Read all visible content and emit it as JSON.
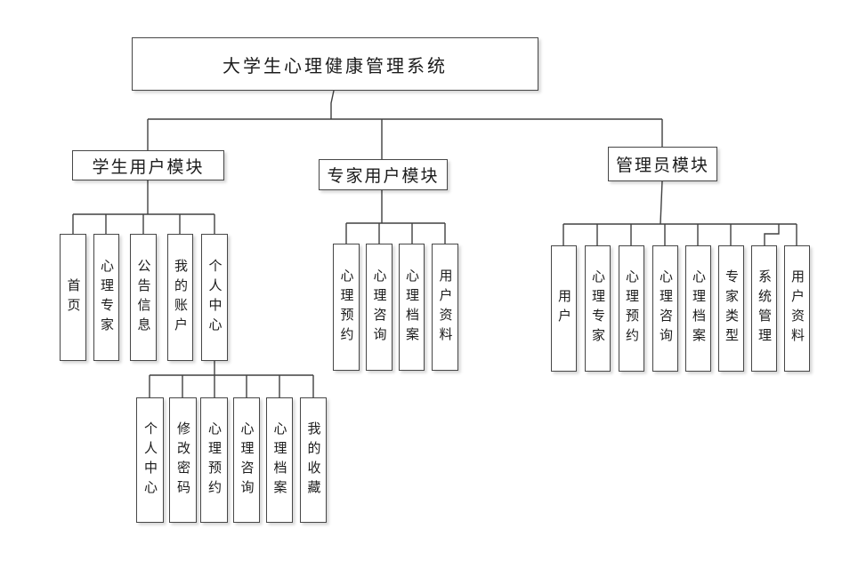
{
  "diagram": {
    "title": "大学生心理健康管理系统",
    "colors": {
      "line": "#404040",
      "box_border": "#474747",
      "box_background": "#ffffff",
      "text": "#1c1c1c"
    },
    "modules": [
      {
        "label": "学生用户模块",
        "children": [
          "首页",
          "心理专家",
          "公告信息",
          "我的账户",
          "个人中心"
        ],
        "personal_center_children": [
          "个人中心",
          "修改密码",
          "心理预约",
          "心理咨询",
          "心理档案",
          "我的收藏"
        ]
      },
      {
        "label": "专家用户模块",
        "children": [
          "心理预约",
          "心理咨询",
          "心理档案",
          "用户资料"
        ]
      },
      {
        "label": "管理员模块",
        "children": [
          "用户",
          "心理专家",
          "心理预约",
          "心理咨询",
          "心理档案",
          "专家类型",
          "系统管理",
          "用户资料"
        ]
      }
    ]
  }
}
